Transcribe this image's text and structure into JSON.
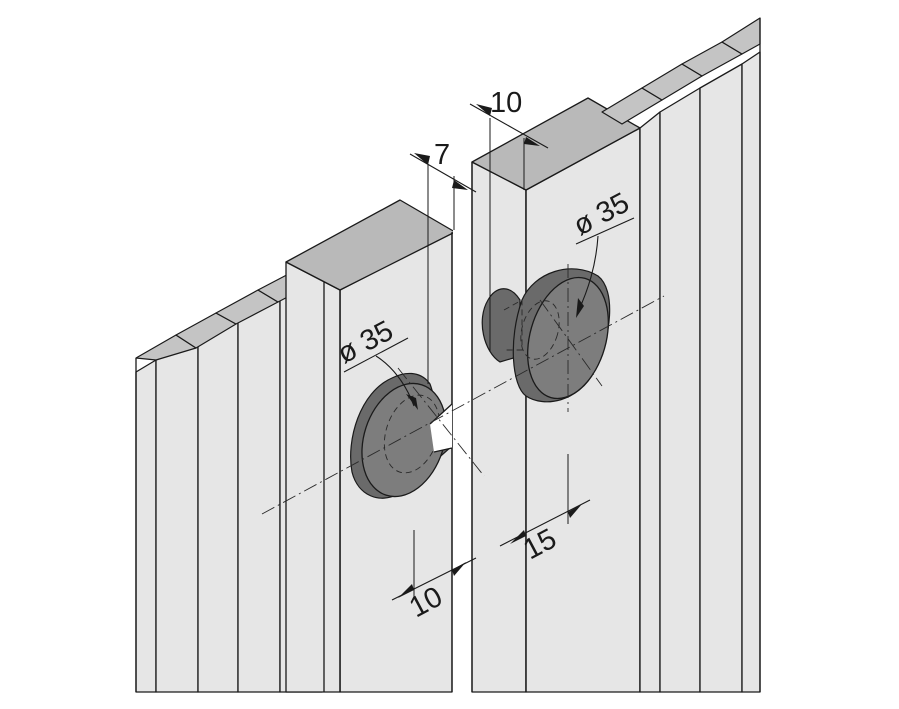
{
  "dimensions": {
    "gap_top": "7",
    "door_offset_right": "10",
    "hole_diameter_left": "ø 35",
    "hole_diameter_right": "ø 35",
    "hole_offset_left": "10",
    "hole_offset_right": "15"
  }
}
